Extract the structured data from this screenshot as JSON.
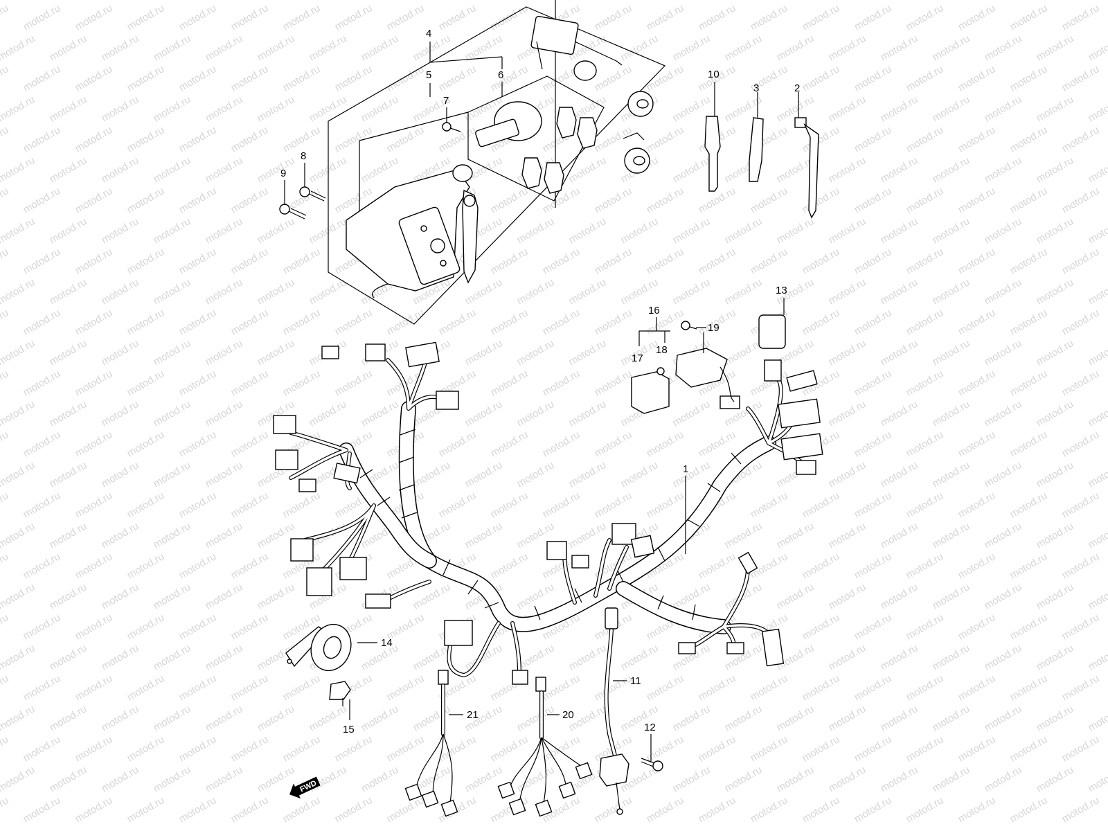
{
  "watermark": {
    "text": "motod.ru"
  },
  "callouts": [
    {
      "id": "1",
      "text": "1"
    },
    {
      "id": "2",
      "text": "2"
    },
    {
      "id": "3",
      "text": "3"
    },
    {
      "id": "4",
      "text": "4"
    },
    {
      "id": "5",
      "text": "5"
    },
    {
      "id": "6",
      "text": "6"
    },
    {
      "id": "7",
      "text": "7"
    },
    {
      "id": "8",
      "text": "8"
    },
    {
      "id": "9",
      "text": "9"
    },
    {
      "id": "10",
      "text": "10"
    },
    {
      "id": "11",
      "text": "11"
    },
    {
      "id": "12",
      "text": "12"
    },
    {
      "id": "13",
      "text": "13"
    },
    {
      "id": "14",
      "text": "14"
    },
    {
      "id": "15",
      "text": "15"
    },
    {
      "id": "16",
      "text": "16"
    },
    {
      "id": "17",
      "text": "17"
    },
    {
      "id": "18",
      "text": "18"
    },
    {
      "id": "19",
      "text": "19"
    },
    {
      "id": "20",
      "text": "20"
    },
    {
      "id": "21",
      "text": "21"
    }
  ],
  "direction_badge": {
    "text": "FWD"
  }
}
